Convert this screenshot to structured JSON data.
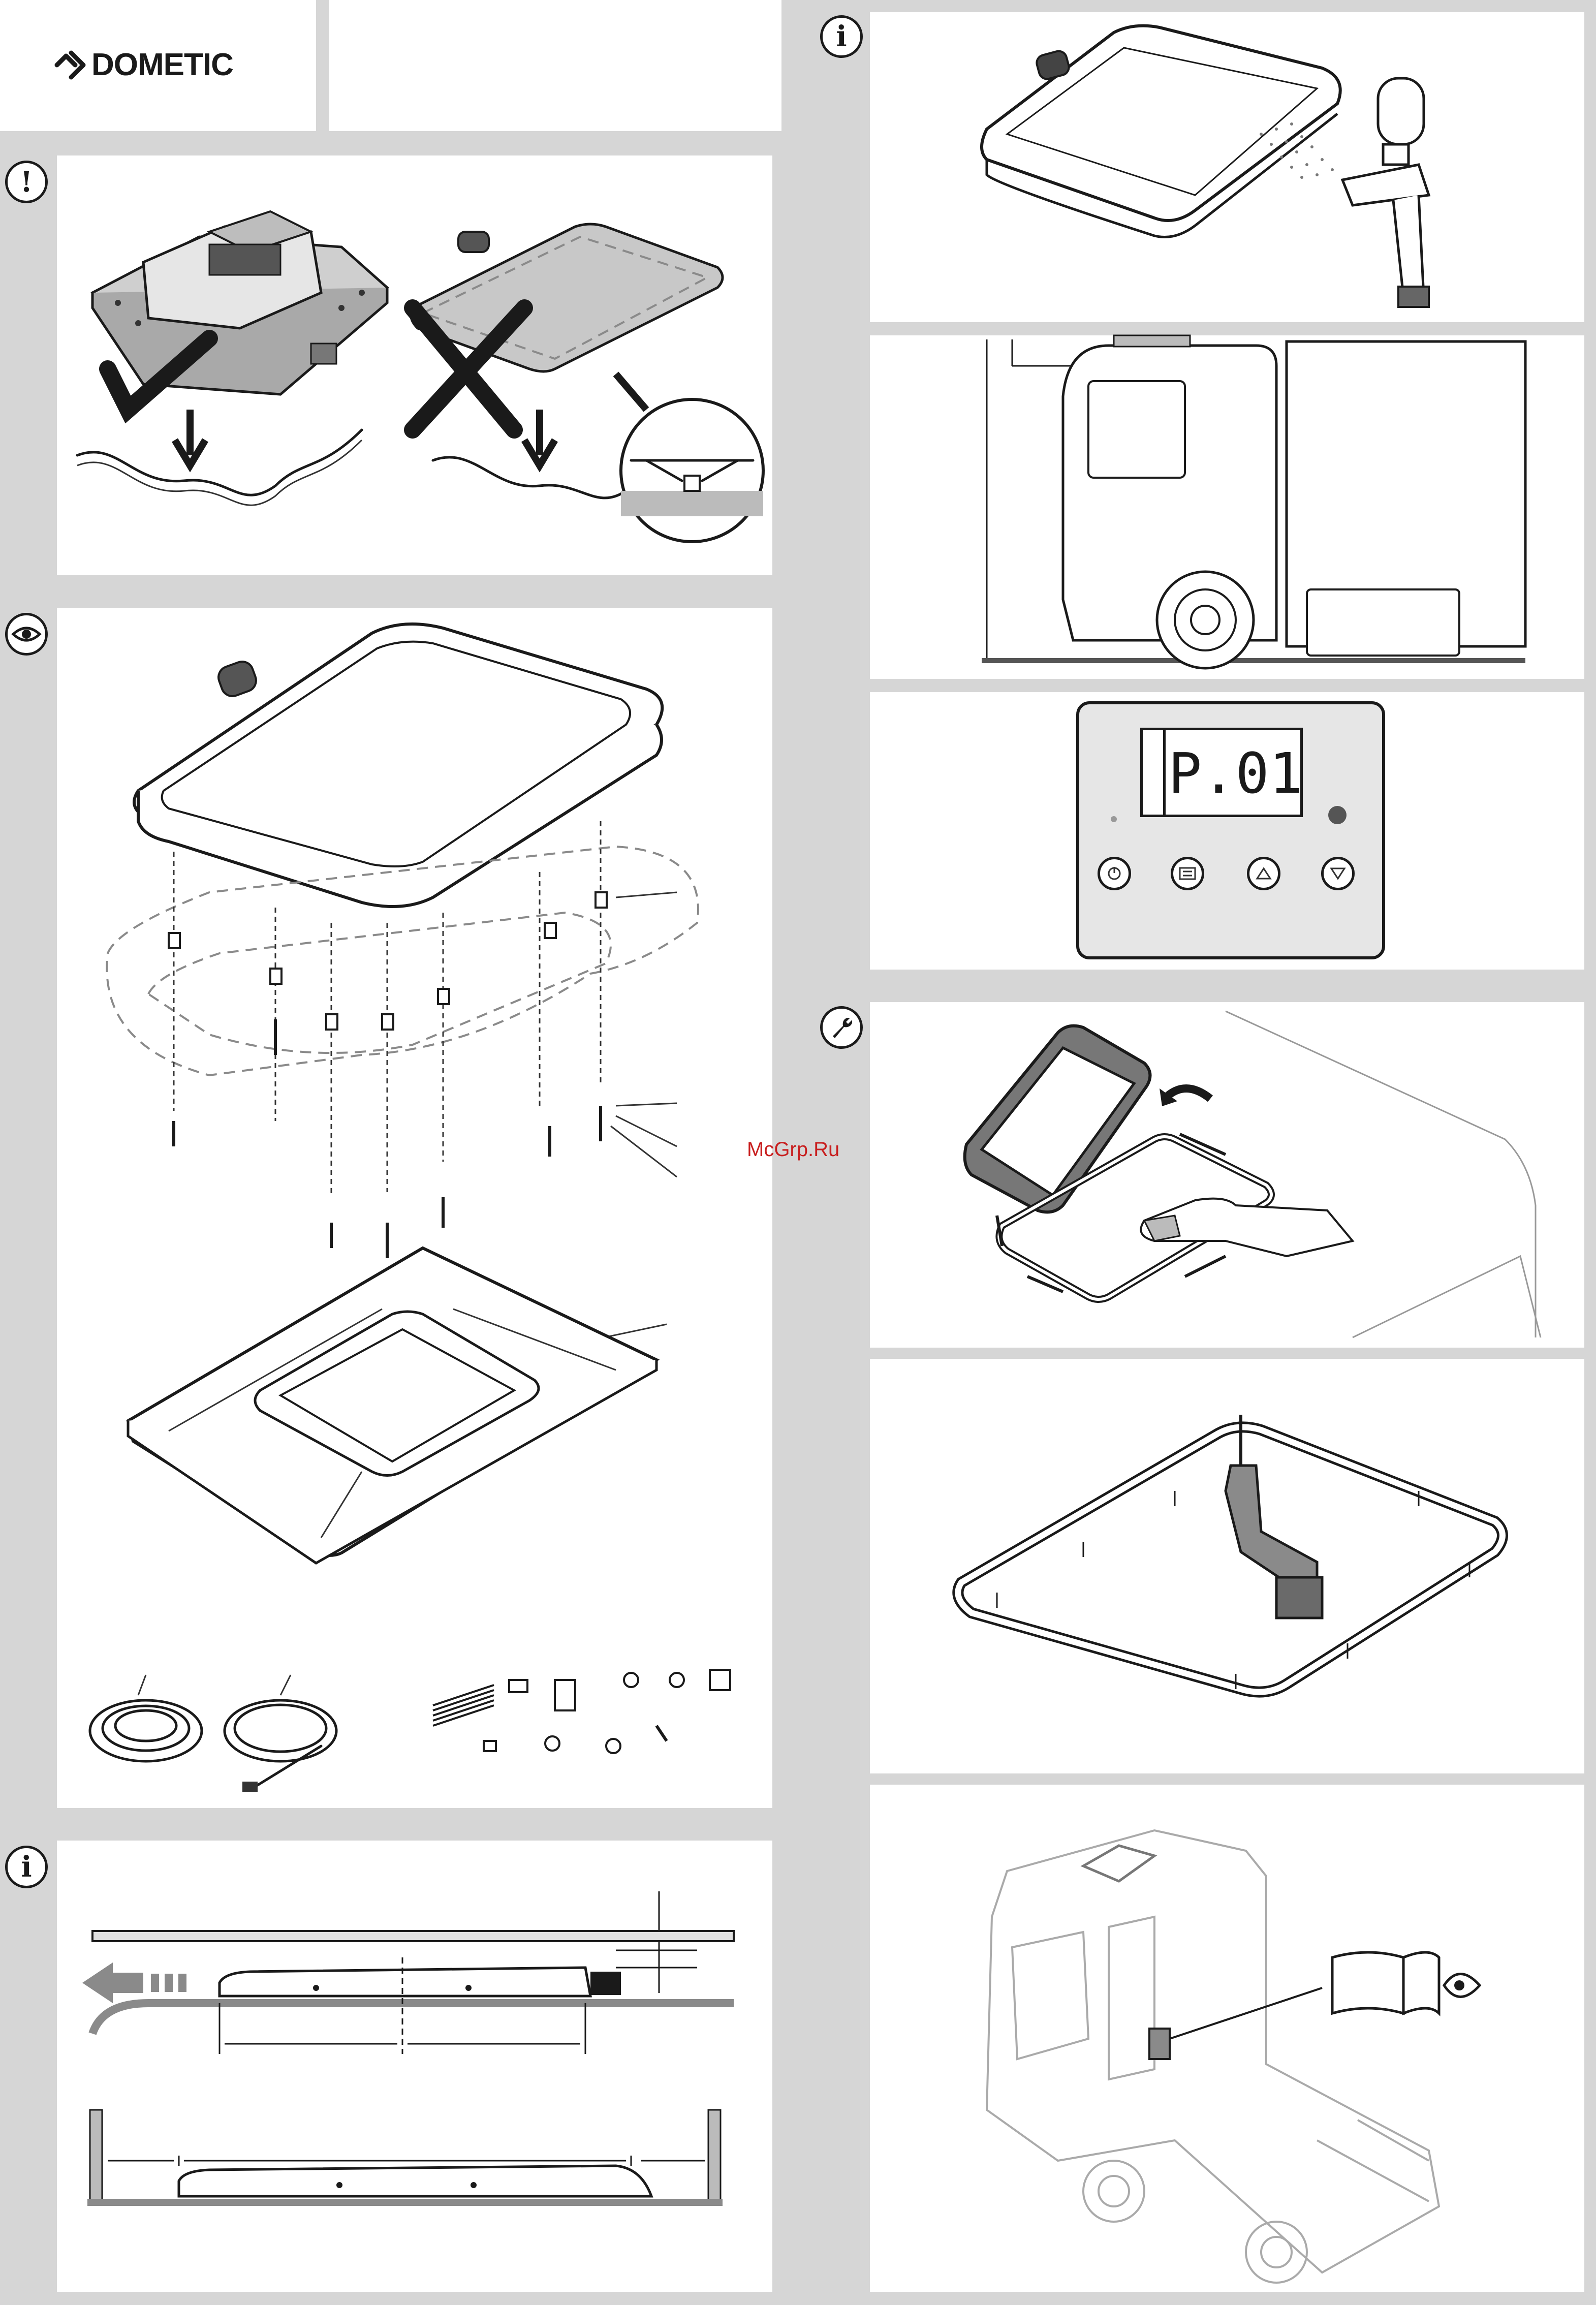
{
  "header": {
    "brand": "DOMETIC",
    "brand_mark": "dometic-logo-chevrons"
  },
  "icons": {
    "warning": "!",
    "info": "i",
    "view": "eye-icon",
    "tool": "wrench-icon"
  },
  "control_panel": {
    "display_text": "P.01",
    "buttons": [
      "power-button",
      "menu-button",
      "up-button",
      "down-button"
    ]
  },
  "watermark": "McGrp.Ru",
  "colors": {
    "background": "#d6d6d6",
    "panel": "#ffffff",
    "line": "#1a1a1a",
    "panel_grey": "#e6e6e6"
  }
}
